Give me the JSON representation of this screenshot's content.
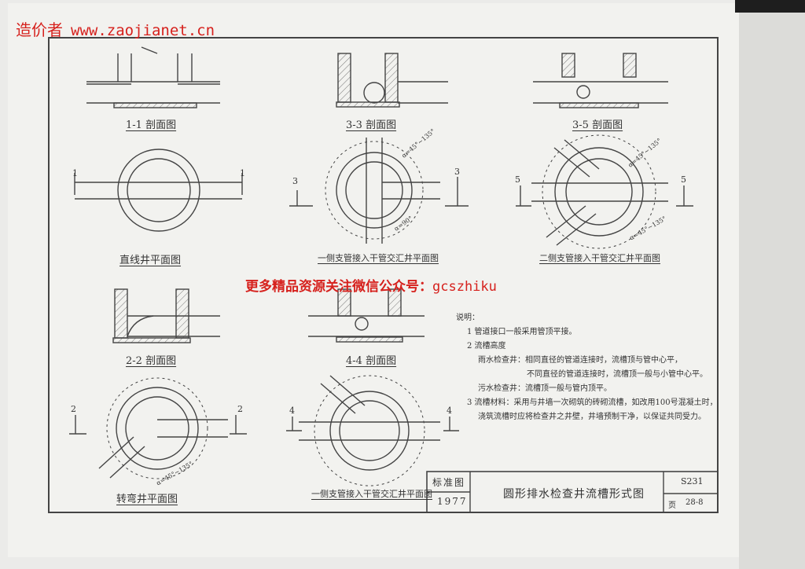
{
  "watermark_top": {
    "cn": "造价者",
    "url": "www.zaojianet.cn"
  },
  "watermark_mid": {
    "text": "更多精品资源关注微信公众号：",
    "code": "gcszhiku"
  },
  "captions": {
    "s11": "1-1 剖面图",
    "s33": "3-3 剖面图",
    "s55": "3-5 剖面图",
    "plan_straight": "直线井平面图",
    "plan_one_branch": "一侧支管接入干管交汇井平面图",
    "plan_two_branch": "二侧支管接入干管交汇井平面图",
    "s22": "2-2 剖面图",
    "s44": "4-4 剖面图",
    "plan_turn": "转弯井平面图",
    "plan_one_branch_b": "一侧支管接入干管交汇井平面图"
  },
  "section_marks": {
    "m1": "1",
    "m2": "2",
    "m3": "3",
    "m4": "4",
    "m5": "5"
  },
  "angles": {
    "a1": "α=45°~135°",
    "a2": "α=45°~135°",
    "a3": "α=45°~135°",
    "a4": "α=90°",
    "a5": "α=45°~135°"
  },
  "notes": {
    "heading": "说明：",
    "lines": [
      "1 管道接口一般采用管顶平接。",
      "2 流槽高度",
      "雨水检查井：相同直径的管道连接时，流槽顶与管中心平，",
      "不同直径的管道连接时，流槽顶一般与小管中心平。",
      "污水检查井：流槽顶一般与管内顶平。",
      "3 流槽材料：采用与井墙一次砌筑的砖砌流槽，如改用100号混凝土时，",
      "浇筑流槽时应将检查井之井壁，井墙预制干净，以保证共同受力。"
    ]
  },
  "title_block": {
    "std_label": "标准图",
    "year": "1977",
    "title": "圆形排水检查井流槽形式图",
    "code": "S231",
    "page_prefix": "页",
    "page": "28-8"
  }
}
